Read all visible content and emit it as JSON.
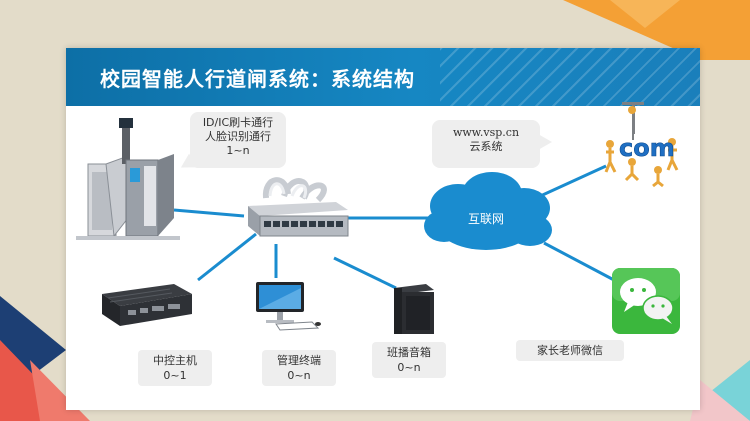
{
  "slide": {
    "title": "校园智能人行道闸系统：系统结构"
  },
  "nodes": {
    "gate": {
      "line1": "ID/IC刷卡通行",
      "line2": "人脸识别通行",
      "line3": "1~n"
    },
    "cloud_service": {
      "line1": "www.vsp.cn",
      "line2": "云系统",
      "logo_text": "com"
    },
    "internet": {
      "label": "互联网"
    },
    "controller": {
      "line1": "中控主机",
      "line2": "0~1"
    },
    "terminal": {
      "line1": "管理终端",
      "line2": "0~n"
    },
    "speaker": {
      "line1": "班播音箱",
      "line2": "0~n"
    },
    "wechat": {
      "label": "家长老师微信"
    }
  },
  "colors": {
    "title_bar": "#1580bd",
    "link_line": "#1a8ccf",
    "cloud": "#1a8ccf",
    "wechat_green": "#3bb73d",
    "background": "#e3dcc9",
    "accent_orange": "#f4a035",
    "accent_red": "#e8574a",
    "accent_navy": "#1d3f74",
    "accent_teal": "#79d3d8"
  }
}
